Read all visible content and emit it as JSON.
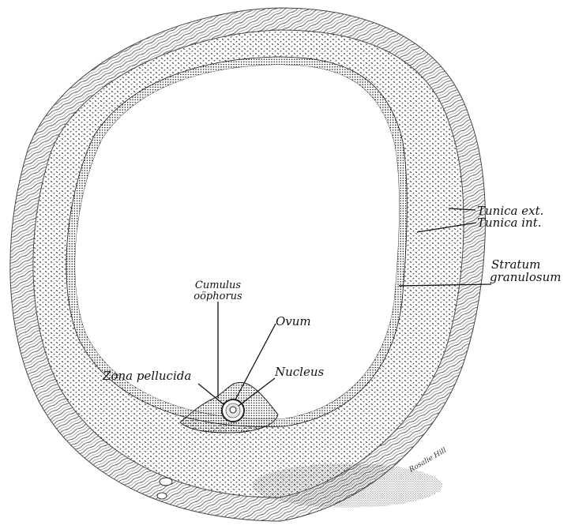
{
  "labels": {
    "tunica_ext": "Tunica ext.",
    "tunica_int": "Tunica int.",
    "stratum_line1": "Stratum",
    "stratum_line2": "granulosum",
    "cumulus_line1": "Cumulus",
    "cumulus_line2": "oöphorus",
    "ovum": "Ovum",
    "nucleus": "Nucleus",
    "zona_pellucida": "Zona pellucida"
  },
  "signature": "Rosalie Hill",
  "colors": {
    "ink": "#1a1a1a",
    "background": "#ffffff"
  }
}
